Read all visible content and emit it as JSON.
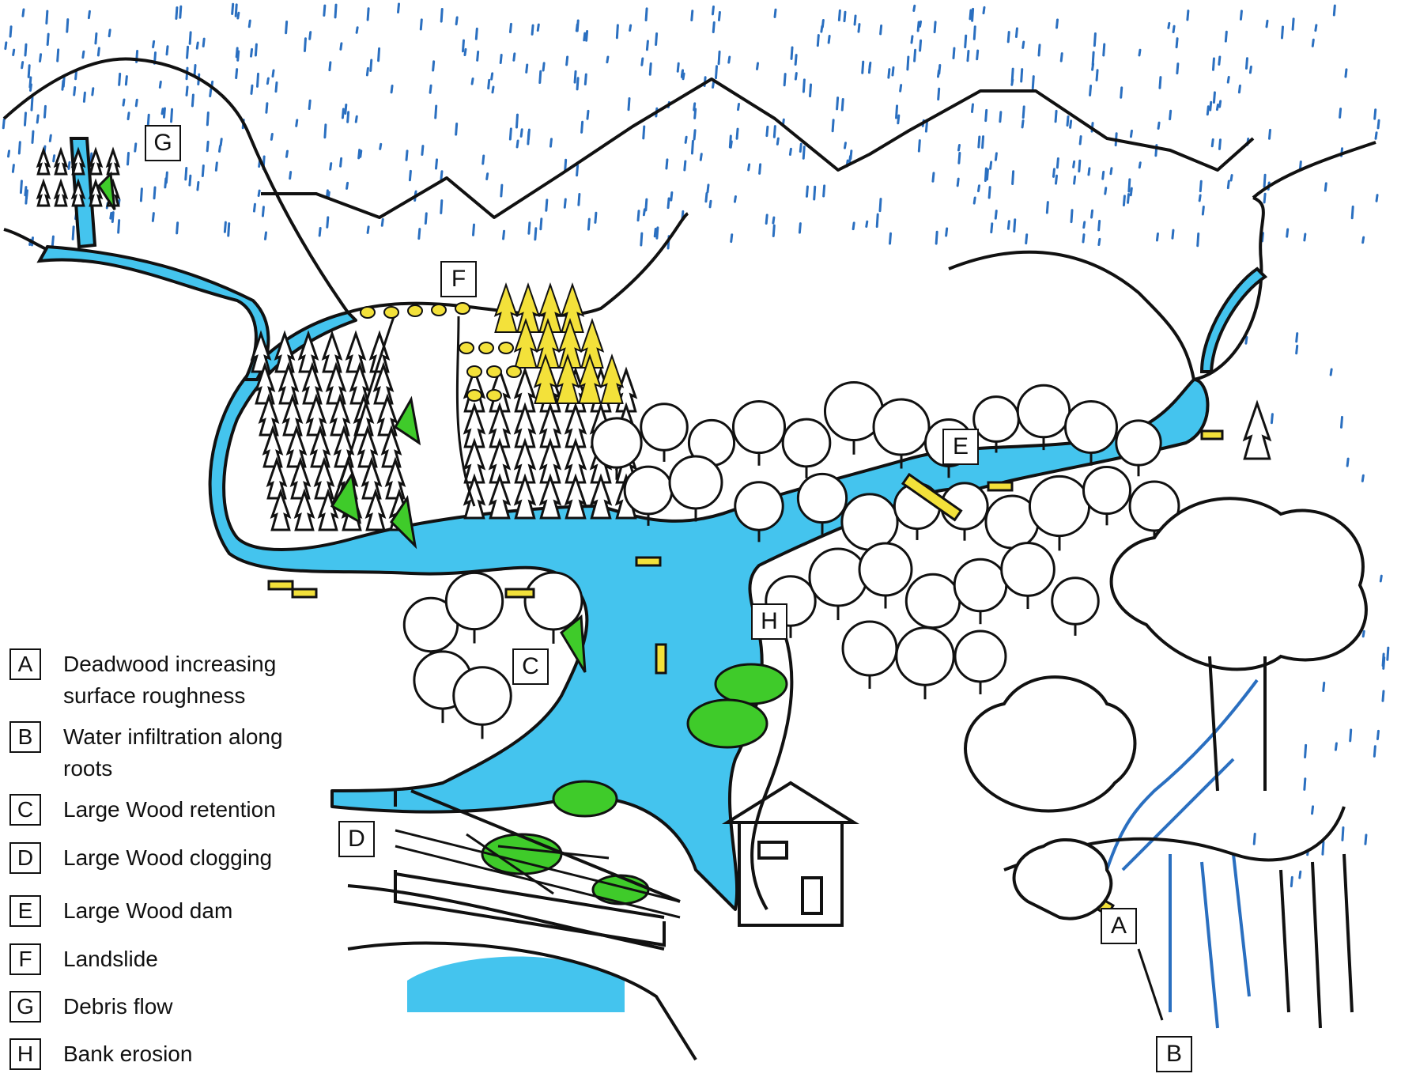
{
  "map_labels": {
    "A": "A",
    "B": "B",
    "C": "C",
    "D": "D",
    "E": "E",
    "F": "F",
    "G": "G",
    "H": "H"
  },
  "legend": [
    {
      "key": "A",
      "text": "Deadwood increasing surface roughness"
    },
    {
      "key": "B",
      "text": "Water infiltration along roots"
    },
    {
      "key": "C",
      "text": "Large Wood retention"
    },
    {
      "key": "D",
      "text": "Large Wood clogging"
    },
    {
      "key": "E",
      "text": "Large Wood dam"
    },
    {
      "key": "F",
      "text": "Landslide"
    },
    {
      "key": "G",
      "text": "Debris flow"
    },
    {
      "key": "H",
      "text": "Bank erosion"
    }
  ],
  "colors": {
    "water": "#44c4ee",
    "rain": "#2a6fc0",
    "outline": "#111111",
    "vegetation": "#3fcb2a",
    "deadwood": "#f3e13a"
  }
}
